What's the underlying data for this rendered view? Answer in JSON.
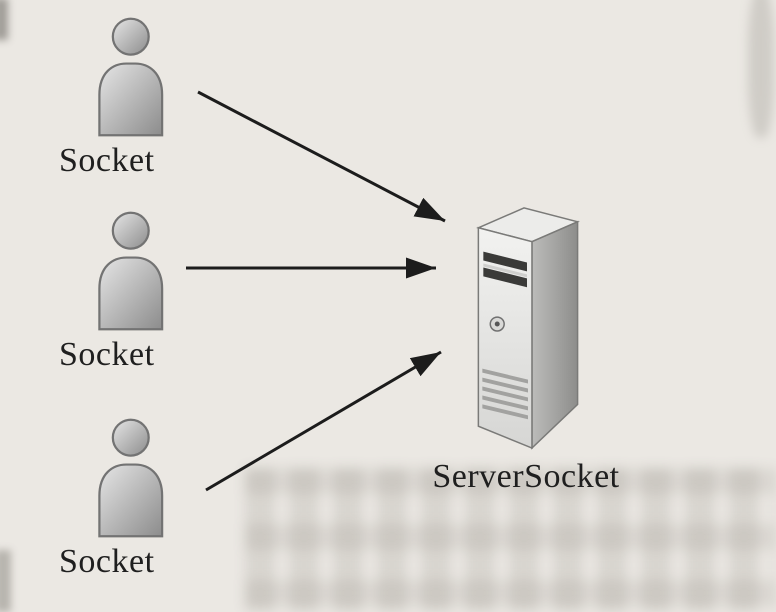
{
  "diagram": {
    "clients": [
      {
        "label": "Socket",
        "icon": "person-icon"
      },
      {
        "label": "Socket",
        "icon": "person-icon"
      },
      {
        "label": "Socket",
        "icon": "person-icon"
      }
    ],
    "server": {
      "label": "ServerSocket",
      "icon": "server-tower-icon"
    },
    "arrows": [
      {
        "from": "client-1",
        "to": "server"
      },
      {
        "from": "client-2",
        "to": "server"
      },
      {
        "from": "client-3",
        "to": "server"
      }
    ],
    "colors": {
      "background": "#ebe8e3",
      "arrow": "#1c1c1c",
      "label_text": "#1f1f1f",
      "icon_gray_light": "#e3e3e3",
      "icon_gray_dark": "#8f8f8f",
      "server_side_gray": "#9a9a98"
    }
  }
}
